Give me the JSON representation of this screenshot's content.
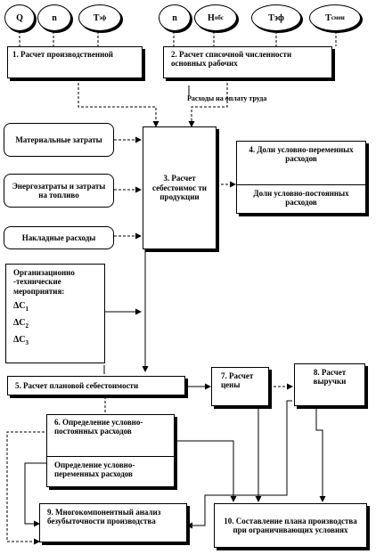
{
  "ovals": [
    {
      "main": "Q",
      "sub": ""
    },
    {
      "main": "n",
      "sub": ""
    },
    {
      "main": "T",
      "sub": "эф"
    },
    {
      "main": "n",
      "sub": ""
    },
    {
      "main": "H",
      "sub": "обс"
    },
    {
      "main": "Тэф",
      "sub": ""
    },
    {
      "main": "T",
      "sub": "смен"
    }
  ],
  "boxes": {
    "calc_production": "1. Расчет производственной",
    "calc_workers": "2. Расчет списочной численности основных рабочих",
    "labor_costs_label": "Расходы на оплату труда",
    "materials": "Материальные затраты",
    "energy": "Энергозатраты и затраты на топливо",
    "overhead": "Накладные расходы",
    "org_tech_title": "Организационно -технические мероприятия:",
    "delta_c": [
      "ΔС",
      "ΔС",
      "ΔС"
    ],
    "delta_c_sub": [
      "1",
      "2",
      "3"
    ],
    "cost_calc": "3. Расчет себестоимос ти продукции",
    "variable_share": "4. Доли условно-переменных расходов",
    "fixed_share": "Доли условно-постоянных расходов",
    "planned_cost": "5. Расчет плановой себестоимости",
    "price": "7. Расчет цены",
    "revenue": "8. Расчет выручки",
    "fixed_def": "6. Определение условно-постоянных расходов",
    "variable_def": "Определение условно-переменных расходов",
    "breakeven": "9. Многокомпонентный анализ безубыточности производства",
    "plan": "10. Составление плана производства при ограничивающих условиях"
  }
}
